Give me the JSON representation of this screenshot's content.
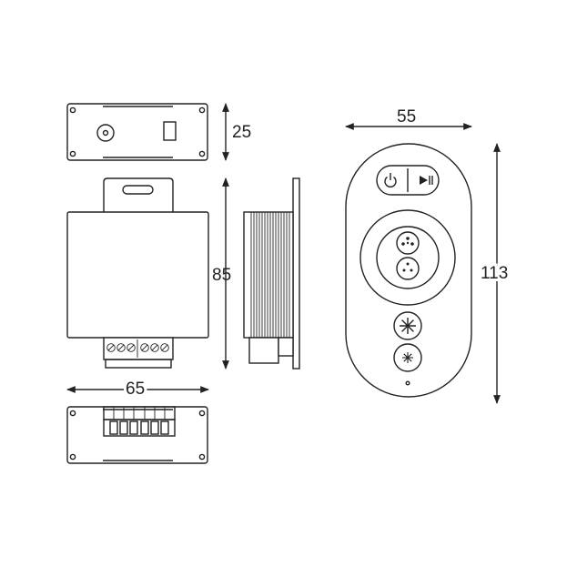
{
  "dimensions": {
    "top_view_height": "25",
    "front_view_height": "85",
    "controller_width": "65",
    "remote_width": "55",
    "remote_height": "113"
  },
  "icons": {
    "remote_top_left_button": "power-icon",
    "remote_top_right_button": "play-pause-icon",
    "remote_bright_up": "brightness-up-icon",
    "remote_bright_down": "brightness-down-icon"
  },
  "colors": {
    "line": "#222222",
    "background": "#ffffff"
  }
}
